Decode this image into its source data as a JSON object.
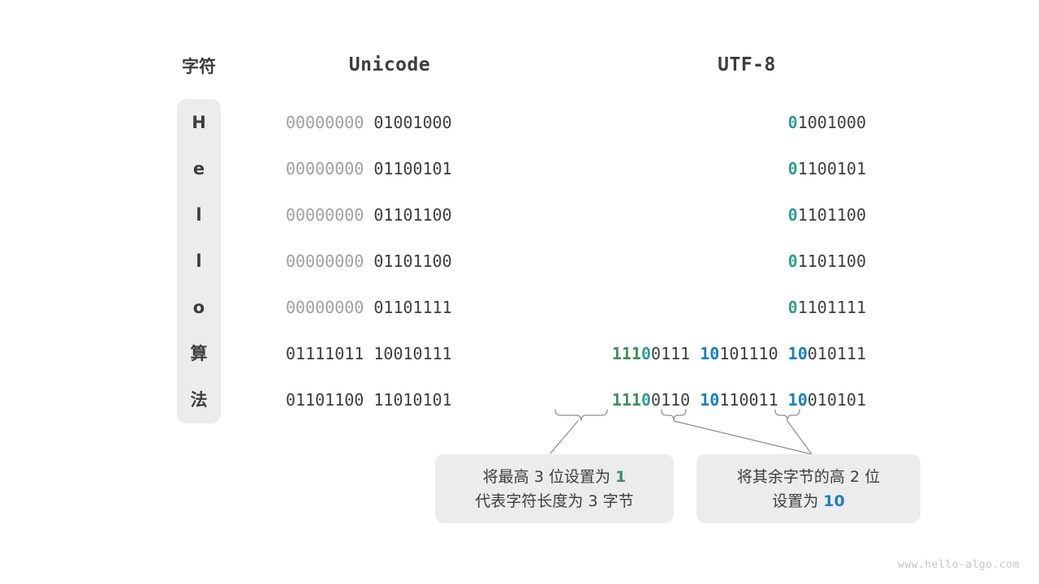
{
  "headers": {
    "char": "字符",
    "unicode": "Unicode",
    "utf8": "UTF-8"
  },
  "colors": {
    "panel_bg": "#ececec",
    "text_dark": "#3d3d3d",
    "text_dim": "#a0a0a0",
    "green": "#3f8f5a",
    "teal": "#2e9e92",
    "blue": "#1a7fc1",
    "watermark": "#c6c6c6"
  },
  "rows": [
    {
      "char": "H",
      "unicode": "00000000 01001000",
      "unicode_parts": [
        {
          "text": "00000000 ",
          "style": "dim"
        },
        {
          "text": "01001000",
          "style": "dark"
        }
      ],
      "utf8": "01001000",
      "utf8_parts": [
        {
          "text": "0",
          "style": "teal"
        },
        {
          "text": "1001000",
          "style": "dark"
        }
      ]
    },
    {
      "char": "e",
      "unicode": "00000000 01100101",
      "unicode_parts": [
        {
          "text": "00000000 ",
          "style": "dim"
        },
        {
          "text": "01100101",
          "style": "dark"
        }
      ],
      "utf8": "01100101",
      "utf8_parts": [
        {
          "text": "0",
          "style": "teal"
        },
        {
          "text": "1100101",
          "style": "dark"
        }
      ]
    },
    {
      "char": "l",
      "unicode": "00000000 01101100",
      "unicode_parts": [
        {
          "text": "00000000 ",
          "style": "dim"
        },
        {
          "text": "01101100",
          "style": "dark"
        }
      ],
      "utf8": "01101100",
      "utf8_parts": [
        {
          "text": "0",
          "style": "teal"
        },
        {
          "text": "1101100",
          "style": "dark"
        }
      ]
    },
    {
      "char": "l",
      "unicode": "00000000 01101100",
      "unicode_parts": [
        {
          "text": "00000000 ",
          "style": "dim"
        },
        {
          "text": "01101100",
          "style": "dark"
        }
      ],
      "utf8": "01101100",
      "utf8_parts": [
        {
          "text": "0",
          "style": "teal"
        },
        {
          "text": "1101100",
          "style": "dark"
        }
      ]
    },
    {
      "char": "o",
      "unicode": "00000000 01101111",
      "unicode_parts": [
        {
          "text": "00000000 ",
          "style": "dim"
        },
        {
          "text": "01101111",
          "style": "dark"
        }
      ],
      "utf8": "01101111",
      "utf8_parts": [
        {
          "text": "0",
          "style": "teal"
        },
        {
          "text": "1101111",
          "style": "dark"
        }
      ]
    },
    {
      "char": "算",
      "unicode": "01111011 10010111",
      "unicode_parts": [
        {
          "text": "01111011 10010111",
          "style": "dark"
        }
      ],
      "utf8": "11100111 10101110 10010111",
      "utf8_parts": [
        {
          "text": "111",
          "style": "green"
        },
        {
          "text": "0",
          "style": "teal"
        },
        {
          "text": "0111 ",
          "style": "dark"
        },
        {
          "text": "10",
          "style": "blue"
        },
        {
          "text": "101110 ",
          "style": "dark"
        },
        {
          "text": "10",
          "style": "blue"
        },
        {
          "text": "010111",
          "style": "dark"
        }
      ]
    },
    {
      "char": "法",
      "unicode": "01101100 11010101",
      "unicode_parts": [
        {
          "text": "01101100 11010101",
          "style": "dark"
        }
      ],
      "utf8": "11100110 10110011 10010101",
      "utf8_parts": [
        {
          "text": "111",
          "style": "green"
        },
        {
          "text": "0",
          "style": "teal"
        },
        {
          "text": "0110 ",
          "style": "dark"
        },
        {
          "text": "10",
          "style": "blue"
        },
        {
          "text": "110011 ",
          "style": "dark"
        },
        {
          "text": "10",
          "style": "blue"
        },
        {
          "text": "010101",
          "style": "dark"
        }
      ]
    }
  ],
  "callouts": [
    {
      "id": "callout-1",
      "lines": [
        [
          {
            "text": "将最高 ",
            "style": "dark"
          },
          {
            "text": "3",
            "style": "dark"
          },
          {
            "text": " 位设置为 ",
            "style": "dark"
          },
          {
            "text": "1",
            "style": "green"
          }
        ],
        [
          {
            "text": "代表字符长度为 ",
            "style": "dark"
          },
          {
            "text": "3",
            "style": "dark"
          },
          {
            "text": " 字节",
            "style": "dark"
          }
        ]
      ],
      "plain": "将最高 3 位设置为 1 代表字符长度为 3 字节"
    },
    {
      "id": "callout-2",
      "lines": [
        [
          {
            "text": "将其余字节的高 ",
            "style": "dark"
          },
          {
            "text": "2",
            "style": "dark"
          },
          {
            "text": " 位",
            "style": "dark"
          }
        ],
        [
          {
            "text": "设置为 ",
            "style": "dark"
          },
          {
            "text": "10",
            "style": "blue"
          }
        ]
      ],
      "plain": "将其余字节的高 2 位 设置为 10"
    }
  ],
  "watermark": "www.hello-algo.com"
}
